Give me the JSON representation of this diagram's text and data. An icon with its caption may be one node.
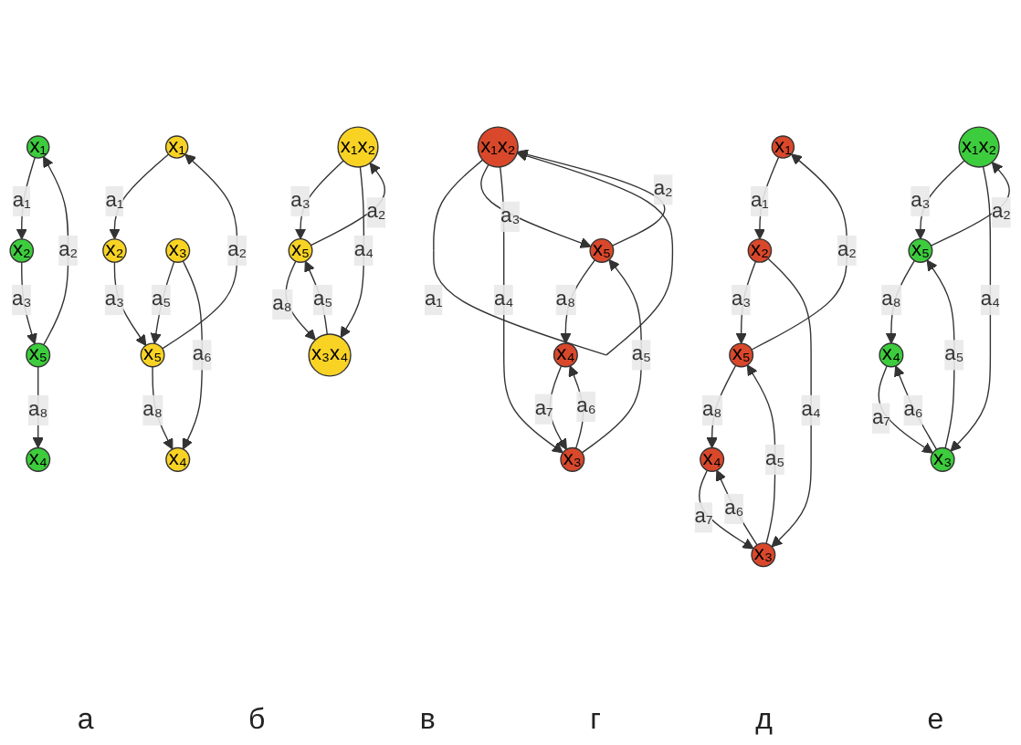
{
  "diagram": {
    "nodes": [
      {
        "text": [
          "x₁"
        ]
      },
      {
        "text": [
          "x₂"
        ]
      },
      {
        "text": [
          "x₃"
        ]
      },
      {
        "text": [
          "x₄"
        ]
      },
      {
        "text": [
          "x₅"
        ]
      },
      {
        "text": [
          "x₁"
        ]
      },
      {
        "text": [
          "x₂"
        ]
      },
      {
        "text": [
          "x₄"
        ]
      },
      {
        "text": [
          "x₅"
        ]
      },
      {
        "text": [
          "x₁"
        ]
      },
      {
        "text": [
          "x₂"
        ]
      },
      {
        "text": [
          "x₃"
        ]
      },
      {
        "text": [
          "x₄"
        ]
      },
      {
        "text": [
          "x₅"
        ]
      },
      {
        "text": [
          "x₁x₂"
        ]
      },
      {
        "text": [
          "x₃"
        ]
      },
      {
        "text": [
          "x₄"
        ]
      },
      {
        "text": [
          "x₅"
        ]
      },
      {
        "text": [
          "x₁x₂"
        ]
      },
      {
        "text": [
          "x₃"
        ]
      },
      {
        "text": [
          "x₄"
        ]
      },
      {
        "text": [
          "x₅"
        ]
      },
      {
        "text": [
          "x₁x₂"
        ]
      },
      {
        "text": [
          "x₃x₄"
        ]
      },
      {
        "text": [
          "x₅"
        ]
      }
    ],
    "edges": [
      {
        "from": 0,
        "to": 1,
        "arrow": "to",
        "label": "a₁"
      },
      {
        "from": 4,
        "to": 0,
        "arrow": "to",
        "label": "a₂"
      },
      {
        "from": 1,
        "to": 4,
        "arrow": "to",
        "label": "a₃"
      },
      {
        "from": 1,
        "to": 2,
        "arrow": "to",
        "label": "a₄"
      },
      {
        "from": 2,
        "to": 4,
        "arrow": "to",
        "label": "a₅"
      },
      {
        "from": 2,
        "to": 3,
        "arrow": "to",
        "label": "a₆"
      },
      {
        "from": 3,
        "to": 2,
        "arrow": "to",
        "label": "a₇"
      },
      {
        "from": 4,
        "to": 3,
        "arrow": "to",
        "label": "a₈"
      },
      {
        "from": 5,
        "to": 6,
        "arrow": "to",
        "label": "a₁"
      },
      {
        "from": 8,
        "to": 5,
        "arrow": "to",
        "label": "a₂"
      },
      {
        "from": 6,
        "to": 8,
        "arrow": "to",
        "label": "a₃"
      },
      {
        "from": 8,
        "to": 7,
        "arrow": "to",
        "label": "a₈"
      },
      {
        "from": 9,
        "to": 10,
        "arrow": "to",
        "label": "a₁"
      },
      {
        "from": 13,
        "to": 9,
        "arrow": "to",
        "label": "a₂"
      },
      {
        "from": 10,
        "to": 13,
        "arrow": "to",
        "label": "a₃"
      },
      {
        "from": 11,
        "to": 13,
        "arrow": "to",
        "label": "a₅"
      },
      {
        "from": 11,
        "to": 12,
        "arrow": "to",
        "label": "a₆"
      },
      {
        "from": 13,
        "to": 12,
        "arrow": "to",
        "label": "a₈"
      },
      {
        "from": 14,
        "to": 14,
        "arrow": "to",
        "label": "a₁"
      },
      {
        "from": 17,
        "to": 14,
        "arrow": "to",
        "label": "a₂"
      },
      {
        "from": 14,
        "to": 17,
        "arrow": "to",
        "label": "a₃"
      },
      {
        "from": 14,
        "to": 15,
        "arrow": "to",
        "label": "a₄"
      },
      {
        "from": 15,
        "to": 17,
        "arrow": "to",
        "label": "a₅"
      },
      {
        "from": 15,
        "to": 16,
        "arrow": "to",
        "label": "a₆"
      },
      {
        "from": 16,
        "to": 15,
        "arrow": "to",
        "label": "a₇"
      },
      {
        "from": 17,
        "to": 16,
        "arrow": "to",
        "label": "a₈"
      },
      {
        "from": 21,
        "to": 18,
        "arrow": "to",
        "label": "a₂"
      },
      {
        "from": 18,
        "to": 21,
        "arrow": "to",
        "label": "a₃"
      },
      {
        "from": 18,
        "to": 19,
        "arrow": "to",
        "label": "a₄"
      },
      {
        "from": 19,
        "to": 21,
        "arrow": "to",
        "label": "a₅"
      },
      {
        "from": 19,
        "to": 20,
        "arrow": "to",
        "label": "a₆"
      },
      {
        "from": 20,
        "to": 19,
        "arrow": "to",
        "label": "a₇"
      },
      {
        "from": 21,
        "to": 20,
        "arrow": "to",
        "label": "a₈"
      },
      {
        "from": 24,
        "to": 22,
        "arrow": "to",
        "label": "a₂"
      },
      {
        "from": 22,
        "to": 24,
        "arrow": "to",
        "label": "a₃"
      },
      {
        "from": 22,
        "to": 23,
        "arrow": "to",
        "label": "a₄"
      },
      {
        "from": 23,
        "to": 24,
        "arrow": "to",
        "label": "a₅"
      },
      {
        "from": 24,
        "to": 23,
        "arrow": "to",
        "label": "a₈"
      }
    ],
    "labels": [
      "а",
      "б",
      "в",
      "г",
      "д",
      "е"
    ]
  }
}
